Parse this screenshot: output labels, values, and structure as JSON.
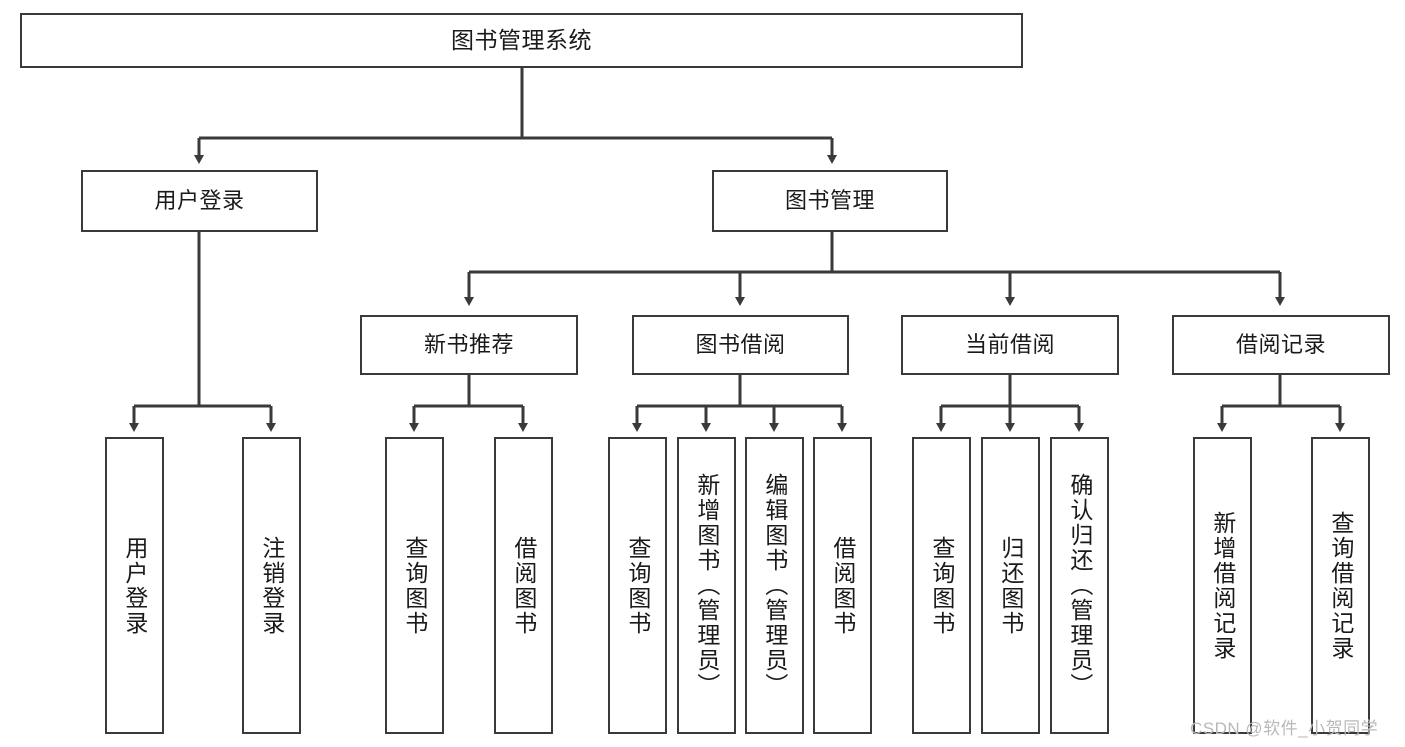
{
  "diagram": {
    "title": "图书管理系统",
    "watermark": "CSDN @软件_小贺同学",
    "stroke_color": "#3a3a3a",
    "background_color": "#ffffff",
    "text_color": "#1a1a1a",
    "watermark_color": "#b9b9b9"
  },
  "nodes": {
    "root": {
      "label": "图书管理系统"
    },
    "level2": [
      {
        "label": "用户登录"
      },
      {
        "label": "图书管理"
      }
    ],
    "level3": [
      {
        "label": "新书推荐"
      },
      {
        "label": "图书借阅"
      },
      {
        "label": "当前借阅"
      },
      {
        "label": "借阅记录"
      }
    ],
    "leaves_user_login": [
      {
        "label": "用户登录"
      },
      {
        "label": "注销登录"
      }
    ],
    "leaves_new_book": [
      {
        "label": "查询图书"
      },
      {
        "label": "借阅图书"
      }
    ],
    "leaves_borrow": [
      {
        "label": "查询图书"
      },
      {
        "label": "新增图书（管理员）"
      },
      {
        "label": "编辑图书（管理员）"
      },
      {
        "label": "借阅图书"
      }
    ],
    "leaves_current": [
      {
        "label": "查询图书"
      },
      {
        "label": "归还图书"
      },
      {
        "label": "确认归还（管理员）"
      }
    ],
    "leaves_records": [
      {
        "label": "新增借阅记录"
      },
      {
        "label": "查询借阅记录"
      }
    ]
  },
  "tree": {
    "图书管理系统": [
      "用户登录",
      "图书管理"
    ],
    "用户登录": [
      "用户登录",
      "注销登录"
    ],
    "图书管理": [
      "新书推荐",
      "图书借阅",
      "当前借阅",
      "借阅记录"
    ],
    "新书推荐": [
      "查询图书",
      "借阅图书"
    ],
    "图书借阅": [
      "查询图书",
      "新增图书（管理员）",
      "编辑图书（管理员）",
      "借阅图书"
    ],
    "当前借阅": [
      "查询图书",
      "归还图书",
      "确认归还（管理员）"
    ],
    "借阅记录": [
      "新增借阅记录",
      "查询借阅记录"
    ]
  }
}
